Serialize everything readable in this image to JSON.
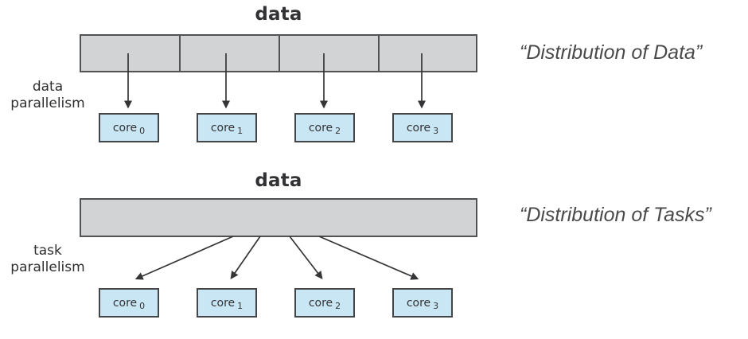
{
  "top_diagram": {
    "title": "data",
    "side_label_line1": "data",
    "side_label_line2": "parallelism",
    "caption": "“Distribution of Data”",
    "cores": [
      {
        "label": "core",
        "sub": "0"
      },
      {
        "label": "core",
        "sub": "1"
      },
      {
        "label": "core",
        "sub": "2"
      },
      {
        "label": "core",
        "sub": "3"
      }
    ]
  },
  "bottom_diagram": {
    "title": "data",
    "side_label_line1": "task",
    "side_label_line2": "parallelism",
    "caption": "“Distribution of Tasks”",
    "cores": [
      {
        "label": "core",
        "sub": "0"
      },
      {
        "label": "core",
        "sub": "1"
      },
      {
        "label": "core",
        "sub": "2"
      },
      {
        "label": "core",
        "sub": "3"
      }
    ]
  },
  "palette": {
    "background": "#ffffff",
    "bar_fill": "#d2d3d4",
    "bar_border": "#515254",
    "core_fill": "#c9e6f4",
    "core_border": "#454547",
    "arrow_color": "#353537",
    "label_text": "#2f2f31",
    "caption_text": "#4a4a4c"
  }
}
